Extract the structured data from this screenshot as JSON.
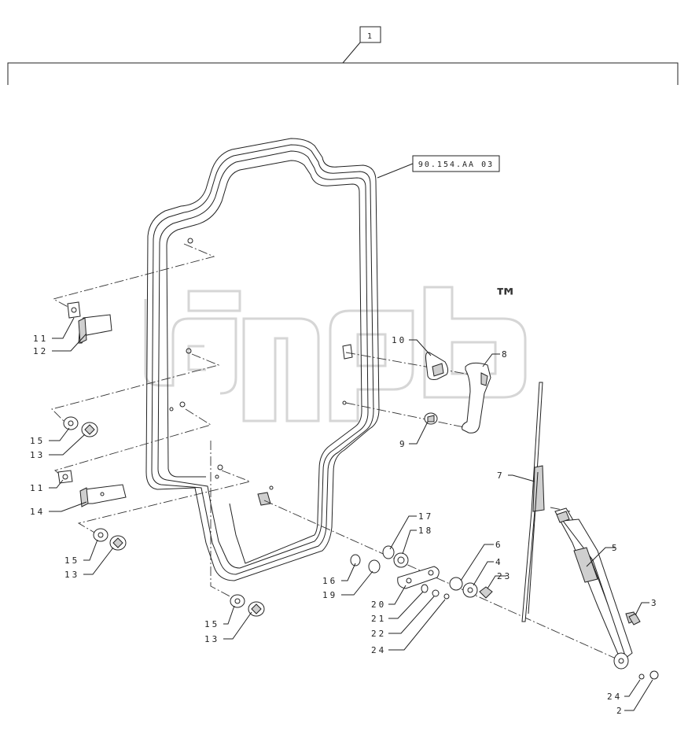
{
  "top_box_label": "1",
  "reference_label": "90.154.AA 03",
  "watermark_mark": "™",
  "callouts": [
    {
      "id": "c-11a",
      "text": "11"
    },
    {
      "id": "c-12",
      "text": "12"
    },
    {
      "id": "c-15a",
      "text": "15"
    },
    {
      "id": "c-13a",
      "text": "13"
    },
    {
      "id": "c-11b",
      "text": "11"
    },
    {
      "id": "c-14",
      "text": "14"
    },
    {
      "id": "c-15b",
      "text": "15"
    },
    {
      "id": "c-13b",
      "text": "13"
    },
    {
      "id": "c-15c",
      "text": "15"
    },
    {
      "id": "c-13c",
      "text": "13"
    },
    {
      "id": "c-10",
      "text": "10"
    },
    {
      "id": "c-8",
      "text": "8"
    },
    {
      "id": "c-9",
      "text": "9"
    },
    {
      "id": "c-7",
      "text": "7"
    },
    {
      "id": "c-5",
      "text": "5"
    },
    {
      "id": "c-3",
      "text": "3"
    },
    {
      "id": "c-17",
      "text": "17"
    },
    {
      "id": "c-18",
      "text": "18"
    },
    {
      "id": "c-16",
      "text": "16"
    },
    {
      "id": "c-19",
      "text": "19"
    },
    {
      "id": "c-6",
      "text": "6"
    },
    {
      "id": "c-4",
      "text": "4"
    },
    {
      "id": "c-23",
      "text": "23"
    },
    {
      "id": "c-20",
      "text": "20"
    },
    {
      "id": "c-21",
      "text": "21"
    },
    {
      "id": "c-22",
      "text": "22"
    },
    {
      "id": "c-24a",
      "text": "24"
    },
    {
      "id": "c-24b",
      "text": "24"
    },
    {
      "id": "c-2",
      "text": "2"
    }
  ]
}
